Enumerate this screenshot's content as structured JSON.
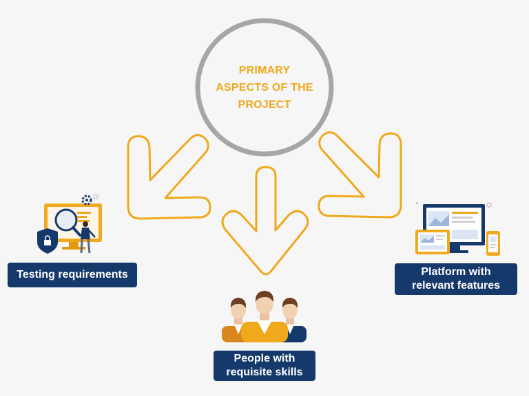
{
  "center": {
    "lines": [
      "PRIMARY",
      "ASPECTS OF THE",
      "PROJECT"
    ]
  },
  "aspects": {
    "testing": {
      "lines": [
        "Testing requirements"
      ]
    },
    "people": {
      "lines": [
        "People with",
        "requisite skills"
      ]
    },
    "platform": {
      "lines": [
        "Platform with",
        "relevant features"
      ]
    }
  },
  "colors": {
    "background": "#f6f6f6",
    "circle": "#a6a6a6",
    "accent": "#f0a81c",
    "label_box": "#15396b",
    "label_text": "#ffffff"
  },
  "icons": {
    "testing": "monitor-magnifier-shield-icon",
    "people": "people-group-icon",
    "platform": "multi-device-platform-icon"
  }
}
